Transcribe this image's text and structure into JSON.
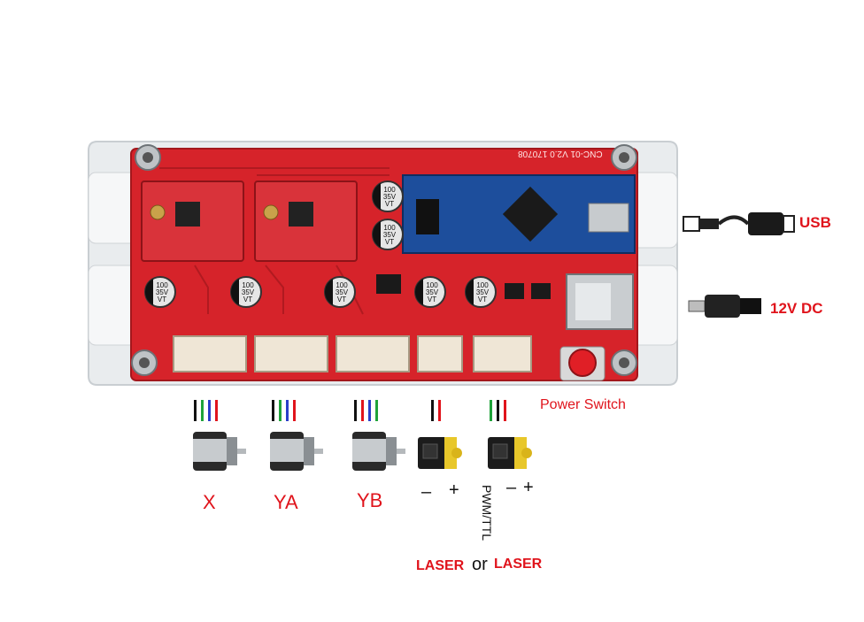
{
  "board": {
    "silkscreen": "CNC-01 V2.0 170708",
    "capacitor_text_line1": "100",
    "capacitor_text_line2": "35V",
    "capacitor_text_line3": "VT",
    "colors": {
      "pcb": "#d6232a",
      "pcb_dark": "#b01a20",
      "acrylic": "#e9ecee",
      "nano": "#1d4e9c",
      "connector": "#efe6d6",
      "button": "#e01f26"
    }
  },
  "connections": {
    "usb_label": "USB",
    "dc_label": "12V DC",
    "power_switch_label": "Power Switch"
  },
  "outputs": [
    {
      "label": "X",
      "wires": [
        "#111111",
        "#1fa33a",
        "#2a3fc9",
        "#e0141c"
      ]
    },
    {
      "label": "YA",
      "wires": [
        "#111111",
        "#1fa33a",
        "#2a3fc9",
        "#e0141c"
      ]
    },
    {
      "label": "YB",
      "wires": [
        "#111111",
        "#e0141c",
        "#2a3fc9",
        "#1fa33a"
      ]
    },
    {
      "label_minus": "–",
      "label_plus": "+",
      "wires": [
        "#111111",
        "#e0141c"
      ]
    },
    {
      "label_minus": "–",
      "label_plus": "+",
      "wires": [
        "#1fa33a",
        "#111111",
        "#e0141c"
      ]
    }
  ],
  "laser": {
    "pwm_label": "PWM/TTL",
    "laser_label_1": "LASER",
    "or_label": "or",
    "laser_label_2": "LASER"
  }
}
